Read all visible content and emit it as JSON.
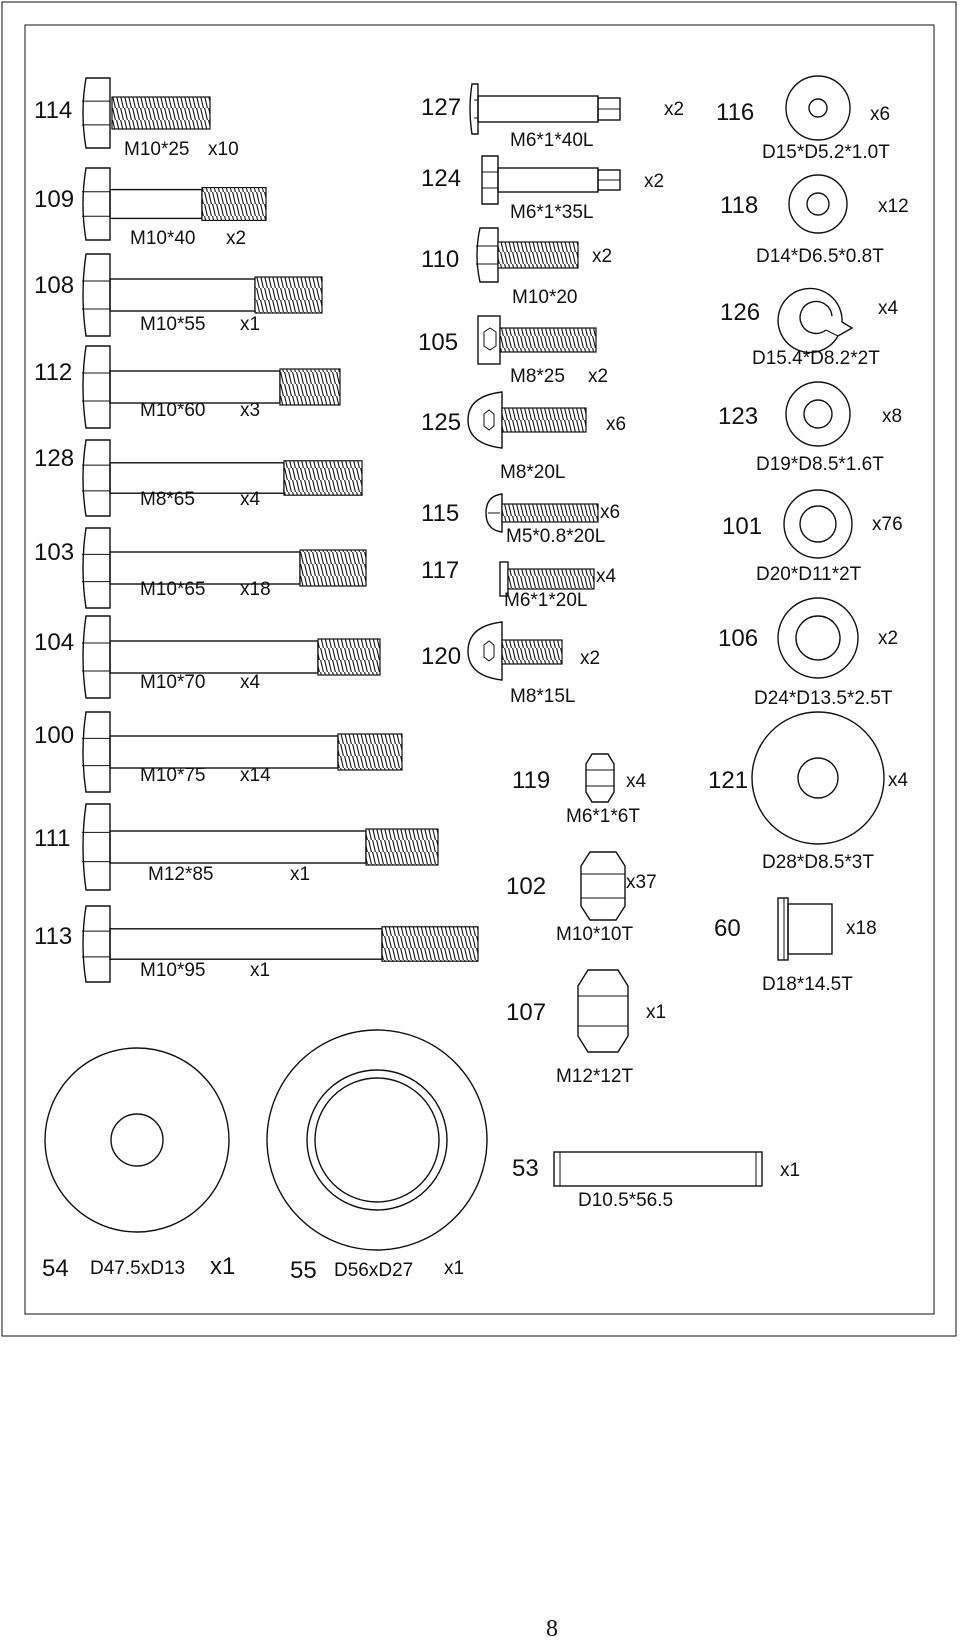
{
  "page_number": "8",
  "bolts": [
    {
      "num": "114",
      "spec": "M10*25",
      "qty": "x10"
    },
    {
      "num": "109",
      "spec": "M10*40",
      "qty": "x2"
    },
    {
      "num": "108",
      "spec": "M10*55",
      "qty": "x1"
    },
    {
      "num": "112",
      "spec": "M10*60",
      "qty": "x3"
    },
    {
      "num": "128",
      "spec": "M8*65",
      "qty": "x4"
    },
    {
      "num": "103",
      "spec": "M10*65",
      "qty": "x18"
    },
    {
      "num": "104",
      "spec": "M10*70",
      "qty": "x4"
    },
    {
      "num": "100",
      "spec": "M10*75",
      "qty": "x14"
    },
    {
      "num": "111",
      "spec": "M12*85",
      "qty": "x1"
    },
    {
      "num": "113",
      "spec": "M10*95",
      "qty": "x1"
    }
  ],
  "screws": [
    {
      "num": "127",
      "spec": "M6*1*40L",
      "qty": "x2"
    },
    {
      "num": "124",
      "spec": "M6*1*35L",
      "qty": "x2"
    },
    {
      "num": "110",
      "spec": "M10*20",
      "qty": "x2"
    },
    {
      "num": "105",
      "spec": "M8*25",
      "qty": "x2"
    },
    {
      "num": "125",
      "spec": "M8*20L",
      "qty": "x6"
    },
    {
      "num": "115",
      "spec": "M5*0.8*20L",
      "qty": "x6"
    },
    {
      "num": "117",
      "spec": "M6*1*20L",
      "qty": "x4"
    },
    {
      "num": "120",
      "spec": "M8*15L",
      "qty": "x2"
    }
  ],
  "nuts": [
    {
      "num": "119",
      "spec": "M6*1*6T",
      "qty": "x4"
    },
    {
      "num": "102",
      "spec": "M10*10T",
      "qty": "x37"
    },
    {
      "num": "107",
      "spec": "M12*12T",
      "qty": "x1"
    }
  ],
  "washers": [
    {
      "num": "116",
      "spec": "D15*D5.2*1.0T",
      "qty": "x6"
    },
    {
      "num": "118",
      "spec": "D14*D6.5*0.8T",
      "qty": "x12"
    },
    {
      "num": "126",
      "spec": "D15.4*D8.2*2T",
      "qty": "x4"
    },
    {
      "num": "123",
      "spec": "D19*D8.5*1.6T",
      "qty": "x8"
    },
    {
      "num": "101",
      "spec": "D20*D11*2T",
      "qty": "x76"
    },
    {
      "num": "106",
      "spec": "D24*D13.5*2.5T",
      "qty": "x2"
    },
    {
      "num": "121",
      "spec": "D28*D8.5*3T",
      "qty": "x4"
    },
    {
      "num": "60",
      "spec": "D18*14.5T",
      "qty": "x18"
    }
  ],
  "large_parts": [
    {
      "num": "54",
      "spec": "D47.5xD13",
      "qty": "x1"
    },
    {
      "num": "55",
      "spec": "D56xD27",
      "qty": "x1"
    },
    {
      "num": "53",
      "spec": "D10.5*56.5",
      "qty": "x1"
    }
  ]
}
